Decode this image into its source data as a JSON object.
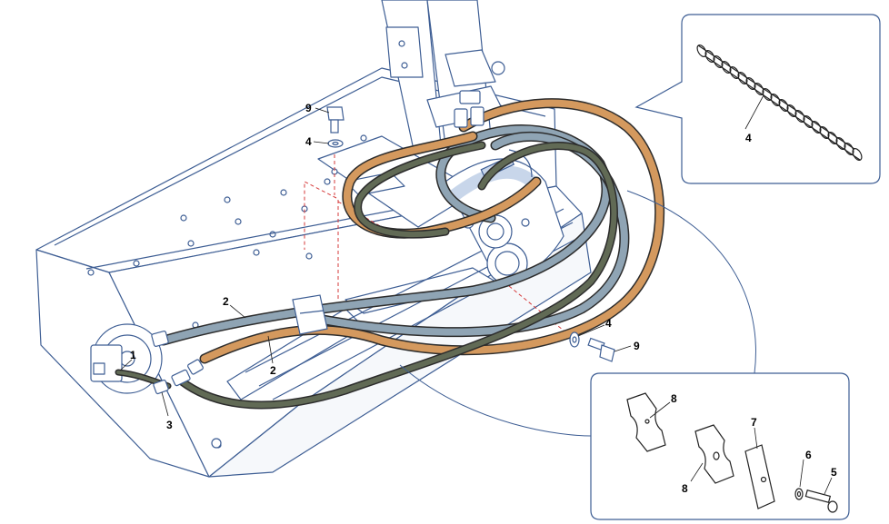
{
  "colors": {
    "machine_line": "#3e5e94",
    "machine_fill": "#ffffff",
    "hose_orange": "#d4995e",
    "hose_blue": "#8fa4b4",
    "hose_olive": "#616a55",
    "hose_outline": "#2c2c2c",
    "leader_line": "#1a1a1a",
    "dashed_red": "#d63a3a",
    "highlight": "#c8d6ea"
  },
  "callouts": [
    {
      "id": "c-9-top",
      "label": "9"
    },
    {
      "id": "c-4-top",
      "label": "4"
    },
    {
      "id": "c-4-inset",
      "label": "4"
    },
    {
      "id": "c-2-left",
      "label": "2"
    },
    {
      "id": "c-2-lower",
      "label": "2"
    },
    {
      "id": "c-1",
      "label": "1"
    },
    {
      "id": "c-3",
      "label": "3"
    },
    {
      "id": "c-4-right",
      "label": "4"
    },
    {
      "id": "c-9-right",
      "label": "9"
    },
    {
      "id": "c-8-top",
      "label": "8"
    },
    {
      "id": "c-7",
      "label": "7"
    },
    {
      "id": "c-8-bottom",
      "label": "8"
    },
    {
      "id": "c-6",
      "label": "6"
    },
    {
      "id": "c-5",
      "label": "5"
    }
  ],
  "insets": [
    {
      "name": "hose-spiral-guard",
      "part": "4"
    },
    {
      "name": "hose-clamp-assembly",
      "parts": [
        "8",
        "8",
        "7",
        "6",
        "5"
      ]
    }
  ]
}
